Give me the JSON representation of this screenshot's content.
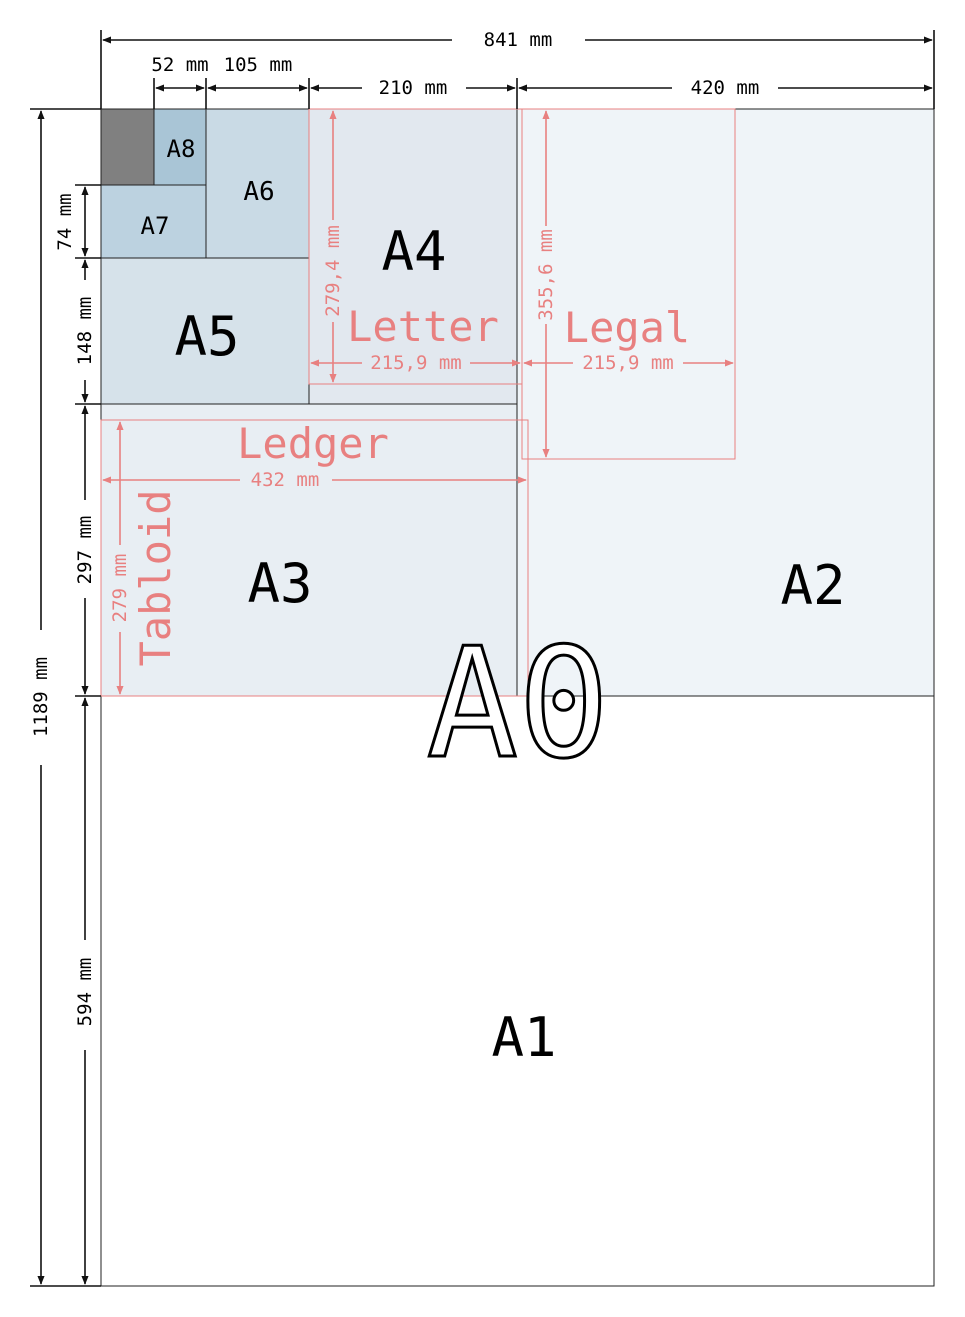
{
  "sheets": {
    "a0": "A0",
    "a1": "A1",
    "a2": "A2",
    "a3": "A3",
    "a4": "A4",
    "a5": "A5",
    "a6": "A6",
    "a7": "A7",
    "a8": "A8"
  },
  "us_formats": {
    "letter": "Letter",
    "legal": "Legal",
    "ledger": "Ledger",
    "tabloid": "Tabloid"
  },
  "dimensions": {
    "width_a0": "841 mm",
    "width_a1": "420 mm",
    "width_a4": "210 mm",
    "width_a6": "105 mm",
    "width_a8": "52 mm",
    "height_a0": "1189 mm",
    "height_a1": "594 mm",
    "height_a3": "297 mm",
    "height_a5": "148 mm",
    "height_a7": "74 mm",
    "letter_width": "215,9 mm",
    "letter_height": "279,4 mm",
    "legal_width": "215,9 mm",
    "legal_height": "355,6 mm",
    "ledger_width": "432 mm",
    "tabloid_height": "279 mm"
  },
  "colors": {
    "iso_line": "#222222",
    "us_format": "#e88080",
    "a2_fill": "#eff4f8",
    "a3_fill": "#e8eef3",
    "a4_fill": "#e2e8ef",
    "a5_fill": "#d6e2ea",
    "a6_fill": "#c9dae5",
    "a7_fill": "#bcd2e0",
    "a8_fill": "#a9c5d6",
    "a9_fill": "#808080"
  }
}
